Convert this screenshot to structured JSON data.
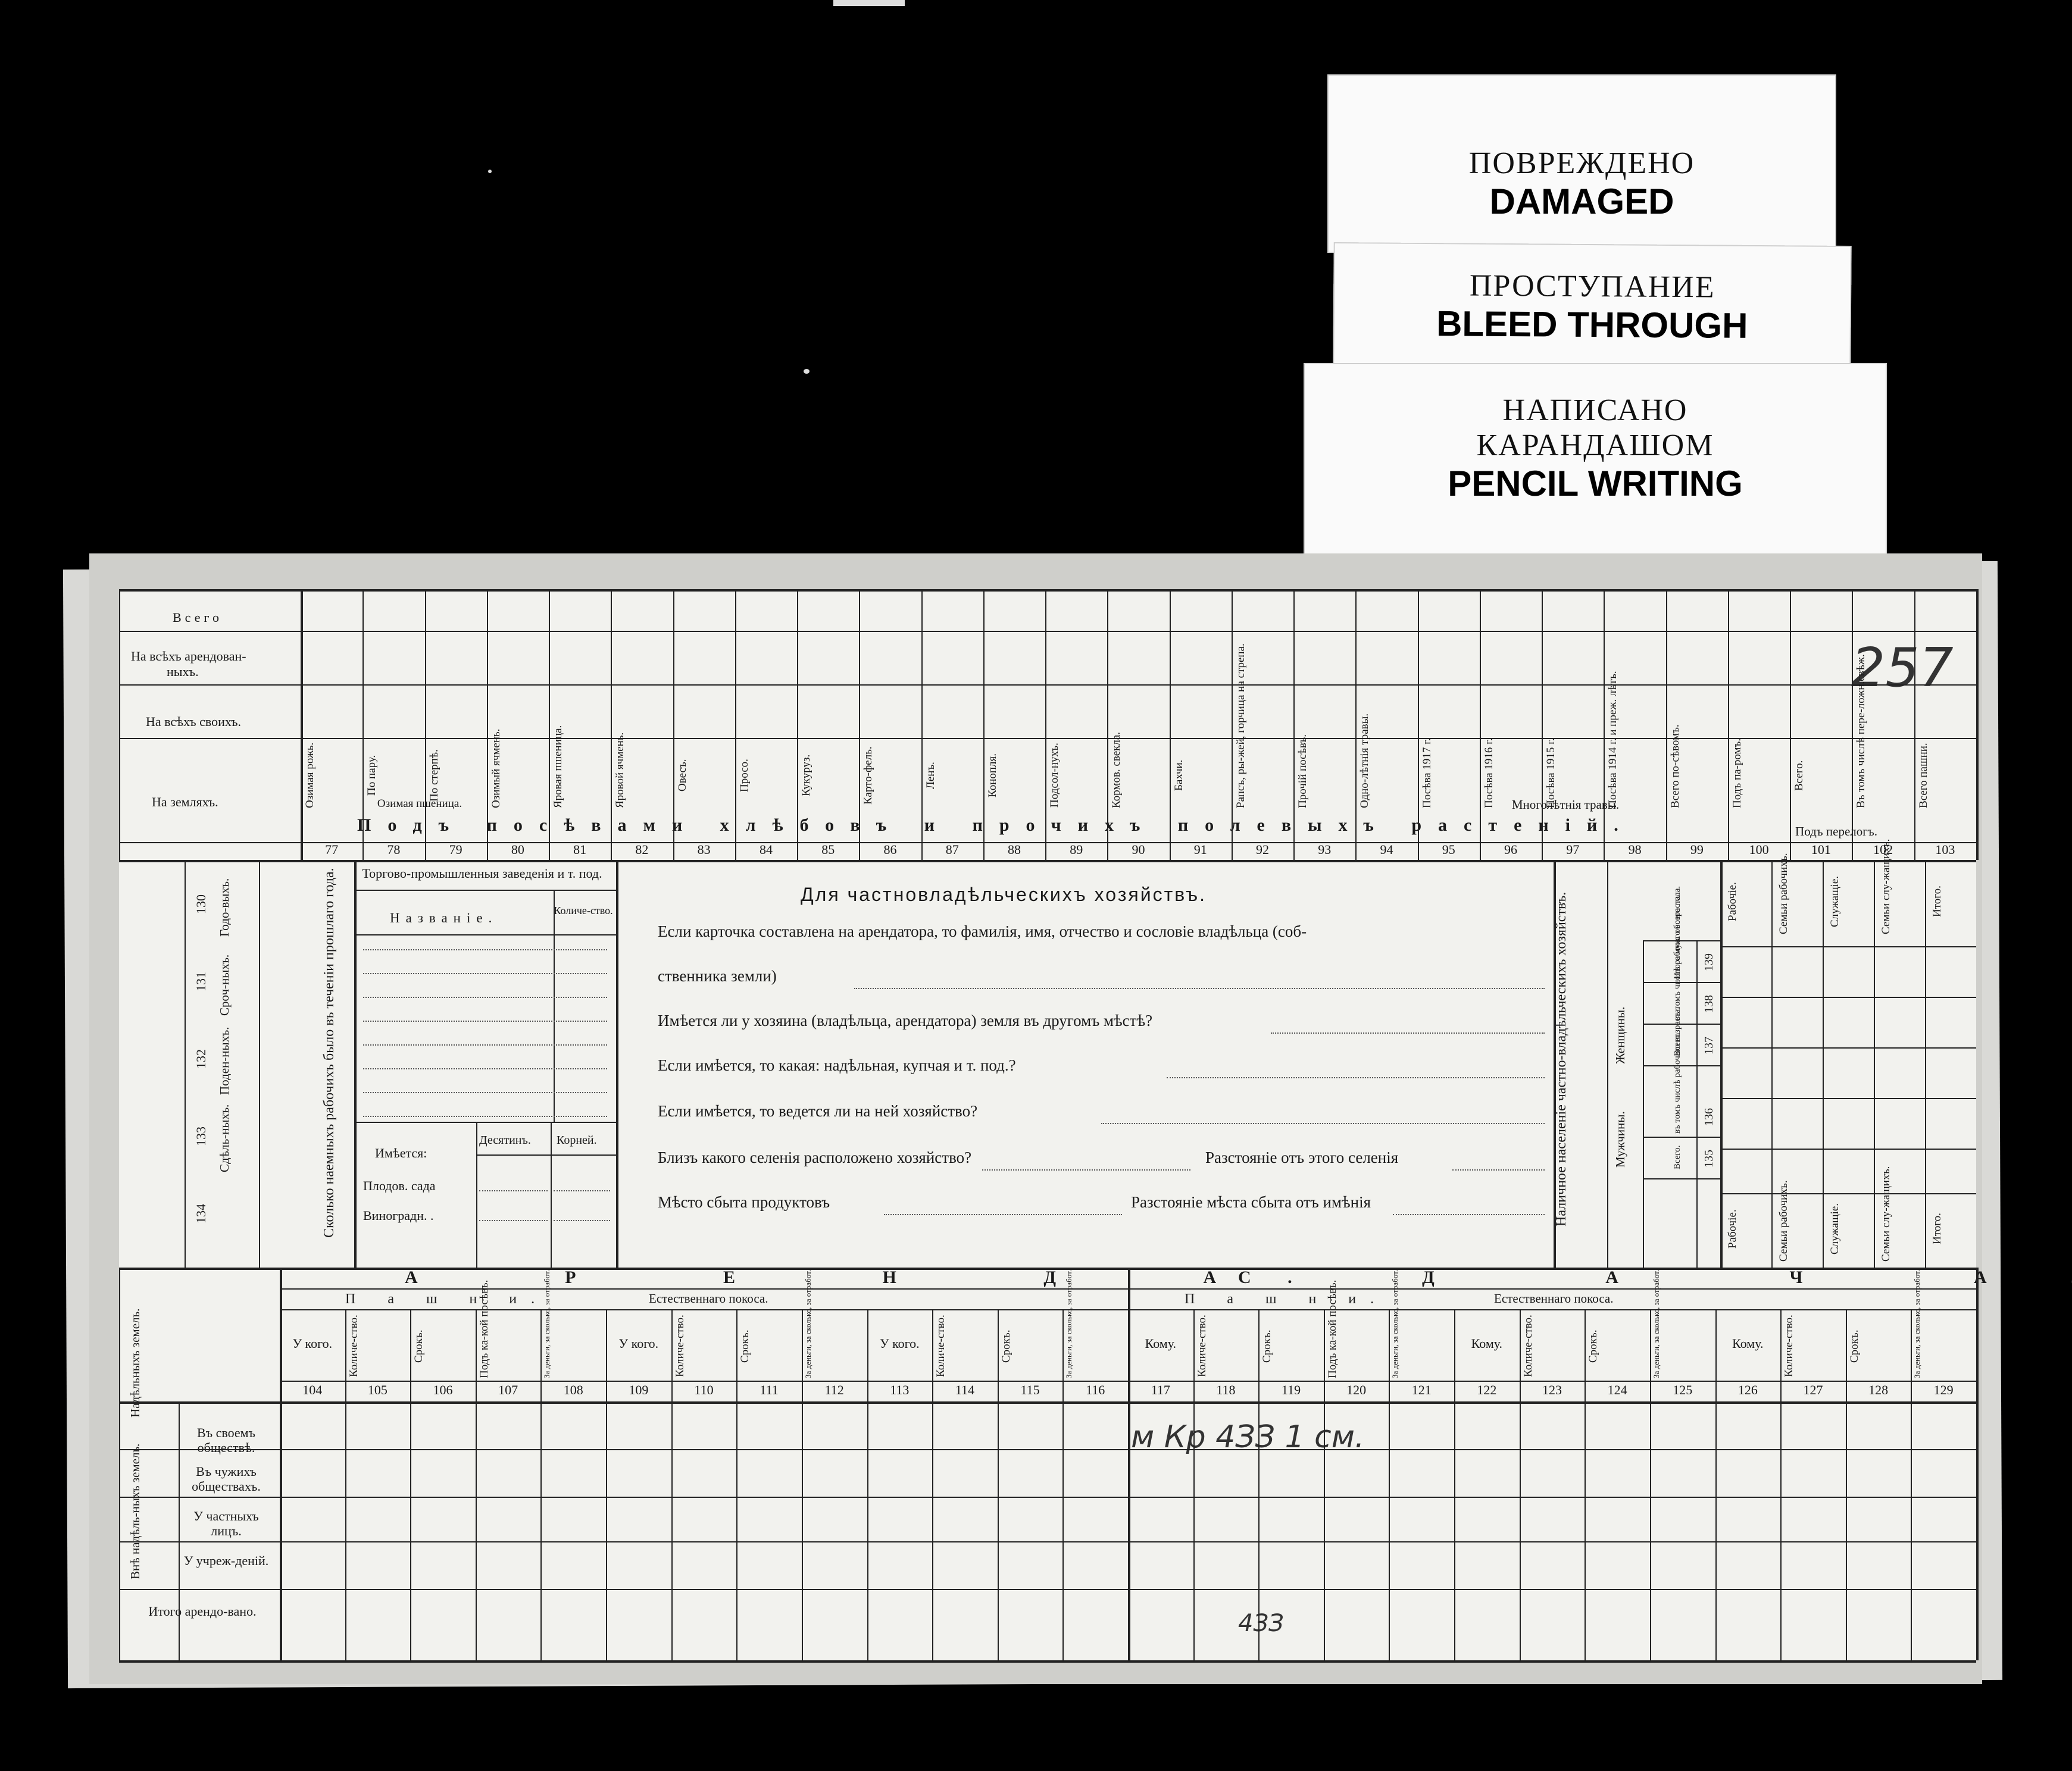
{
  "labels": {
    "damaged": {
      "ru": "ПОВРЕЖДЕНО",
      "en": "DAMAGED"
    },
    "bleed": {
      "ru": "ПРОСТУПАНИЕ",
      "en": "BLEED THROUGH"
    },
    "pencil": {
      "ru1": "НАПИСАНО",
      "ru2": "КАРАНДАШОМ",
      "en": "PENCIL WRITING"
    }
  },
  "top_section": {
    "row_labels": [
      "Всего",
      "На всѣхъ арендован-",
      "ныхъ.",
      "На всѣхъ своихъ.",
      "На земляхъ."
    ],
    "columns": [
      {
        "label": "Озимая рожь.",
        "num": "77"
      },
      {
        "label": "По пару.",
        "num": "78"
      },
      {
        "label": "По стерпѣ.",
        "num": "79"
      },
      {
        "label": "Озимый ячмень.",
        "num": "80"
      },
      {
        "label": "Яровая пшеница.",
        "num": "81"
      },
      {
        "label": "Яровой ячмень.",
        "num": "82"
      },
      {
        "label": "Овесъ.",
        "num": "83"
      },
      {
        "label": "Просо.",
        "num": "84"
      },
      {
        "label": "Кукуруз.",
        "num": "85"
      },
      {
        "label": "Карто-фель.",
        "num": "86"
      },
      {
        "label": "Ленъ.",
        "num": "87"
      },
      {
        "label": "Конопля.",
        "num": "88"
      },
      {
        "label": "Подсол-нухъ.",
        "num": "89"
      },
      {
        "label": "Кормов. свекла.",
        "num": "90"
      },
      {
        "label": "Бахчи.",
        "num": "91"
      },
      {
        "label": "Рапсъ, ры-жей, горчица на стрепа.",
        "num": "92"
      },
      {
        "label": "Прочій посѣвъ.",
        "num": "93"
      },
      {
        "label": "Одно-лѣтнія травы.",
        "num": "94"
      },
      {
        "label": "Посѣва 1917 г.",
        "num": "95"
      },
      {
        "label": "Посѣва 1916 г.",
        "num": "96"
      },
      {
        "label": "Посѣва 1915 г.",
        "num": "97"
      },
      {
        "label": "Посѣва 1914 г. и преж. лѣтъ.",
        "num": "98"
      },
      {
        "label": "Всего по-сѣвомъ.",
        "num": "99"
      },
      {
        "label": "Подъ па-ромъ.",
        "num": "100"
      },
      {
        "label": "Всего.",
        "num": "101"
      },
      {
        "label": "Въ томъ числѣ пере-ложн.свѣж.",
        "num": "102"
      },
      {
        "label": "Всего пашни.",
        "num": "103"
      }
    ],
    "subheads": {
      "winter_wheat": "Озимая пшеница.",
      "perennial": "Многолѣтнія травы.",
      "fallow": "Подъ перелогъ."
    },
    "banner": "Подъ посѣвами хлѣбовъ и прочихъ полевыхъ растеній."
  },
  "middle_section": {
    "left_cols": [
      {
        "label": "Годо-выхъ.",
        "num": "130"
      },
      {
        "label": "Сроч-ныхъ.",
        "num": "131"
      },
      {
        "label": "Поден-ныхъ.",
        "num": "132"
      },
      {
        "label": "Сдѣль-ныхъ.",
        "num": "133"
      },
      {
        "label": "",
        "num": "134"
      }
    ],
    "hired_workers_vertical": "Сколько наемныхъ рабочихъ было въ теченіи прошлаго года.",
    "trade": {
      "header": "Торгово-промышленныя заведенія и т. под.",
      "name": "Названіе.",
      "qty": "Количе-ство.",
      "has": "Имѣется:",
      "desyatin": "Десятинъ.",
      "roots": "Корней.",
      "fruit": "Плодов. сада",
      "vine": "Виноградн. ."
    },
    "private": {
      "title": "Для частновладѣльческихъ хозяйствъ.",
      "q1a": "Если карточка составлена на арендатора, то фамилія, имя, отчество и сословіе владѣльца (соб-",
      "q1b": "ственника земли)",
      "q2": "Имѣется ли у хозяина (владѣльца, арендатора) земля въ другомъ мѣстѣ?",
      "q3": "Если имѣется, то какая: надѣльная, купчая и т. под.?",
      "q4": "Если имѣется, то ведется ли на ней хозяйство?",
      "q5": "Близъ какого селенія расположено хозяйство?",
      "q5b": "Разстояніе отъ этого селенія",
      "q6": "Мѣсто сбыта продуктовъ",
      "q6b": "Разстояніе мѣста сбыта отъ имѣнія"
    },
    "population_vertical": "Наличное населеніе частно-владѣльческихъ хозяйствъ.",
    "pop_rows": [
      {
        "label": "Итого муж. обоего пола.",
        "num": "139"
      },
      {
        "label": "въ томъ числѣ рабочаго возраста.",
        "num": "138"
      },
      {
        "label": "Всего.",
        "num": "137"
      },
      {
        "label": "въ томъ числѣ рабочаго возраста.",
        "num": "136"
      },
      {
        "label": "Всего.",
        "num": "135"
      }
    ],
    "sex": {
      "women": "Женщины.",
      "men": "Мужчины."
    },
    "right_cols": [
      "Рабочіе.",
      "Семьи рабочихъ.",
      "Служащіе.",
      "Семьи слу-жащихъ.",
      "Итого."
    ]
  },
  "bottom_section": {
    "arenda": "А Р Е Н Д А.",
    "sdacha": "С Д А Ч А.",
    "pashni": "П а ш н и.",
    "pokos": "Естественнаго покоса.",
    "cols": [
      {
        "label": "У кого.",
        "num": "104"
      },
      {
        "label": "Количе-ство.",
        "num": "105"
      },
      {
        "label": "Срокъ.",
        "num": "106"
      },
      {
        "label": "Подъ ка-кой посѣвъ.",
        "num": "107"
      },
      {
        "label": "За деньги, за сколько, за отработ.",
        "num": "108"
      },
      {
        "label": "У кого.",
        "num": "109"
      },
      {
        "label": "Количе-ство.",
        "num": "110"
      },
      {
        "label": "Срокъ.",
        "num": "111"
      },
      {
        "label": "За деньги, за сколько, за отработ.",
        "num": "112"
      },
      {
        "label": "У кого.",
        "num": "113"
      },
      {
        "label": "Количе-ство.",
        "num": "114"
      },
      {
        "label": "Срокъ.",
        "num": "115"
      },
      {
        "label": "За деньги, за сколько, за отработ.",
        "num": "116"
      },
      {
        "label": "Кому.",
        "num": "117"
      },
      {
        "label": "Количе-ство.",
        "num": "118"
      },
      {
        "label": "Срокъ.",
        "num": "119"
      },
      {
        "label": "Подъ ка-кой посѣвъ.",
        "num": "120"
      },
      {
        "label": "За деньги, за сколько, за отработ.",
        "num": "121"
      },
      {
        "label": "Кому.",
        "num": "122"
      },
      {
        "label": "Количе-ство.",
        "num": "123"
      },
      {
        "label": "Срокъ.",
        "num": "124"
      },
      {
        "label": "За деньги, за сколько, за отработ.",
        "num": "125"
      },
      {
        "label": "Кому.",
        "num": "126"
      },
      {
        "label": "Количе-ство.",
        "num": "127"
      },
      {
        "label": "Срокъ.",
        "num": "128"
      },
      {
        "label": "За деньги, за сколько, за отработ.",
        "num": "129"
      }
    ],
    "group_nadel": "Надѣльныхъ земель.",
    "group_vne": "Внѣ надѣль-ныхъ земель.",
    "rows": [
      "Въ своемъ обществѣ.",
      "Въ чужихъ обществахъ.",
      "У частныхъ лицъ.",
      "У учреж-деній.",
      "Итого арендо-вано."
    ]
  },
  "handwriting": {
    "page_number": "257",
    "entry": "м Кр 4ЗЗ 1 см.",
    "total": "4ЗЗ"
  }
}
